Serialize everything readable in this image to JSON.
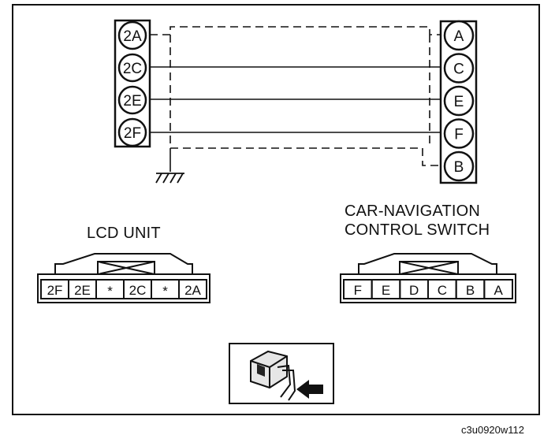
{
  "lcd_unit": {
    "pins": [
      "2A",
      "2C",
      "2E",
      "2F"
    ],
    "title": "LCD UNIT",
    "connector_cells": [
      "2F",
      "2E",
      "*",
      "2C",
      "*",
      "2A"
    ]
  },
  "nav_switch": {
    "pins": [
      "A",
      "C",
      "E",
      "F",
      "B"
    ],
    "title_line1": "CAR-NAVIGATION",
    "title_line2": "CONTROL SWITCH",
    "connector_cells": [
      "F",
      "E",
      "D",
      "C",
      "B",
      "A"
    ]
  },
  "icons": {
    "ground": "ground-symbol-icon",
    "connector_hint": "connector-insertion-icon"
  },
  "footer_code": "c3u0920w112"
}
